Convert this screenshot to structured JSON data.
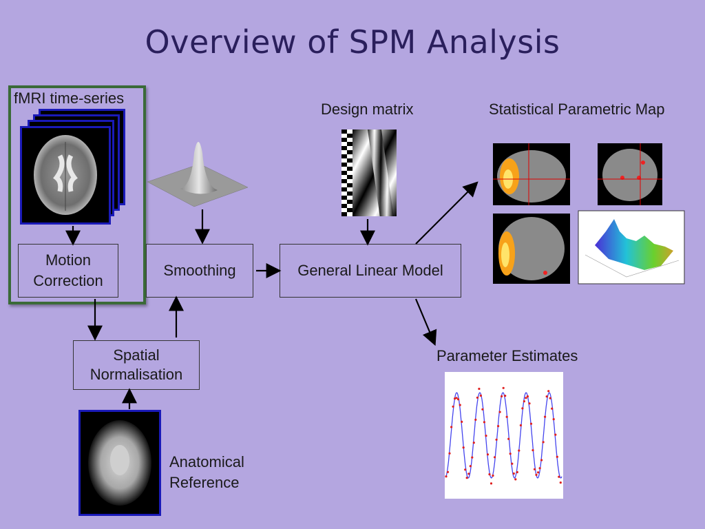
{
  "title": "Overview of SPM Analysis",
  "labels": {
    "fmri": "fMRI time-series",
    "design_matrix": "Design matrix",
    "spm": "Statistical Parametric Map",
    "parameter_estimates": "Parameter Estimates",
    "anatomical_line1": "Anatomical",
    "anatomical_line2": "Reference"
  },
  "boxes": {
    "motion_line1": "Motion",
    "motion_line2": "Correction",
    "smoothing": "Smoothing",
    "glm": "General Linear Model",
    "spatial_line1": "Spatial",
    "spatial_line2": "Normalisation"
  },
  "colors": {
    "background": "#b4a6e0",
    "title": "#2a1f5c",
    "frame_green": "#3a6a38",
    "card_border": "#1a1ab8"
  }
}
